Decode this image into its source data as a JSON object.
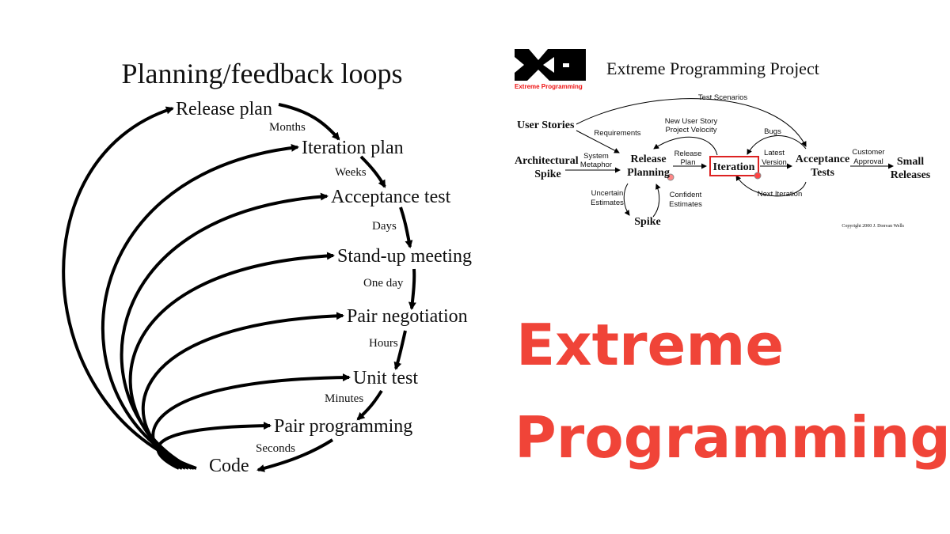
{
  "left": {
    "title": "Planning/feedback loops",
    "steps": [
      "Release plan",
      "Iteration plan",
      "Acceptance test",
      "Stand-up meeting",
      "Pair negotiation",
      "Unit test",
      "Pair programming",
      "Code"
    ],
    "intervals": [
      "Months",
      "Weeks",
      "Days",
      "One day",
      "Hours",
      "Minutes",
      "Seconds"
    ]
  },
  "xp": {
    "logo_text": "Extreme Programming",
    "title": "Extreme Programming Project",
    "nodes": {
      "user_stories": "User Stories",
      "arch1": "Architectural",
      "arch2": "Spike",
      "rel1": "Release",
      "rel2": "Planning",
      "iteration": "Iteration",
      "acc1": "Acceptance",
      "acc2": "Tests",
      "small1": "Small",
      "small2": "Releases",
      "spike": "Spike"
    },
    "labels": {
      "test_scenarios": "Test Scenarios",
      "requirements": "Requirements",
      "nus1": "New User Story",
      "nus2": "Project Velocity",
      "bugs": "Bugs",
      "sys1": "System",
      "sys2": "Metaphor",
      "rp1": "Release",
      "rp2": "Plan",
      "lv1": "Latest",
      "lv2": "Version",
      "ca1": "Customer",
      "ca2": "Approval",
      "ue1": "Uncertain",
      "ue2": "Estimates",
      "ce1": "Confident",
      "ce2": "Estimates",
      "next": "Next Iteration"
    },
    "copyright": "Copyright 2000 J. Donvan Wells"
  },
  "headline": {
    "line1": "Extreme",
    "line2": "Programming",
    "color": "#f04438"
  }
}
